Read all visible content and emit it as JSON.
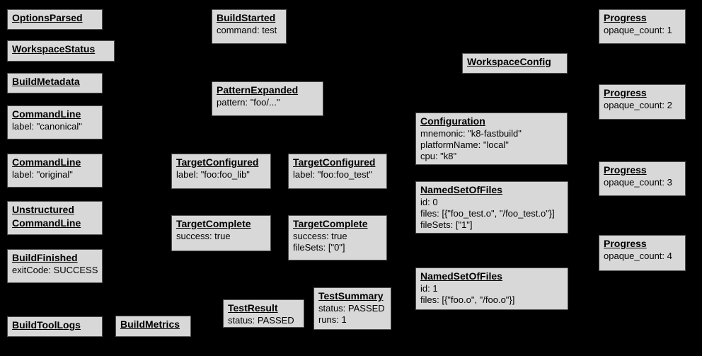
{
  "diagram": {
    "description": "Build event protocol graph",
    "colors": {
      "background": "#000000",
      "node_fill": "#d8d8d8",
      "node_border": "#4f4f4f",
      "text": "#000000"
    }
  },
  "boxes": [
    {
      "title": "OptionsParsed",
      "lines": []
    },
    {
      "title": "WorkspaceStatus",
      "lines": []
    },
    {
      "title": "BuildMetadata",
      "lines": []
    },
    {
      "title": "CommandLine",
      "lines": [
        "label: \"canonical\""
      ]
    },
    {
      "title": "CommandLine",
      "lines": [
        "label: \"original\""
      ]
    },
    {
      "title": "Unstructured\nCommandLine",
      "lines": []
    },
    {
      "title": "BuildFinished",
      "lines": [
        "exitCode: SUCCESS"
      ]
    },
    {
      "title": "BuildToolLogs",
      "lines": []
    },
    {
      "title": "BuildMetrics",
      "lines": []
    },
    {
      "title": "BuildStarted",
      "lines": [
        "command: test"
      ]
    },
    {
      "title": "PatternExpanded",
      "lines": [
        "pattern: \"foo/...\""
      ]
    },
    {
      "title": "TargetConfigured",
      "lines": [
        "label: \"foo:foo_lib\""
      ]
    },
    {
      "title": "TargetConfigured",
      "lines": [
        "label: \"foo:foo_test\""
      ]
    },
    {
      "title": "TargetComplete",
      "lines": [
        "success: true"
      ]
    },
    {
      "title": "TargetComplete",
      "lines": [
        "success: true",
        "fileSets: [\"0\"]"
      ]
    },
    {
      "title": "TestResult",
      "lines": [
        "status: PASSED"
      ]
    },
    {
      "title": "TestSummary",
      "lines": [
        "status: PASSED",
        "runs: 1"
      ]
    },
    {
      "title": "WorkspaceConfig",
      "lines": []
    },
    {
      "title": "Configuration",
      "lines": [
        "mnemonic: \"k8-fastbuild\"",
        "platformName: \"local\"",
        "cpu: \"k8\""
      ]
    },
    {
      "title": "NamedSetOfFiles",
      "lines": [
        "id: 0",
        "files: [{\"foo_test.o\", \"/foo_test.o\"}]",
        "fileSets: [\"1\"]"
      ]
    },
    {
      "title": "NamedSetOfFiles",
      "lines": [
        "id: 1",
        "files: [{\"foo.o\", \"/foo.o\"}]"
      ]
    },
    {
      "title": "Progress",
      "lines": [
        "opaque_count: 1"
      ]
    },
    {
      "title": "Progress",
      "lines": [
        "opaque_count: 2"
      ]
    },
    {
      "title": "Progress",
      "lines": [
        "opaque_count: 3"
      ]
    },
    {
      "title": "Progress",
      "lines": [
        "opaque_count: 4"
      ]
    }
  ]
}
